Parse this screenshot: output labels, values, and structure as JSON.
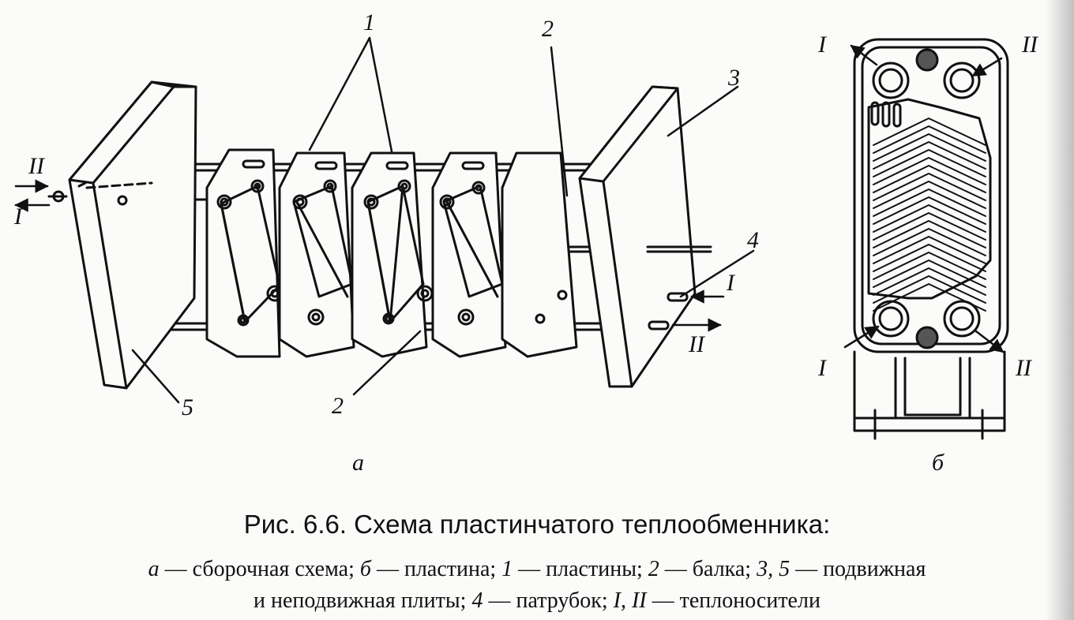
{
  "labels": {
    "plates": "1",
    "beam_top": "2",
    "beam_bottom": "2",
    "movable_plate": "3",
    "nozzle": "4",
    "fixed_plate": "5",
    "left_II": "II",
    "left_I": "I",
    "right_I": "I",
    "right_II": "II",
    "b_top_I": "I",
    "b_top_II": "II",
    "b_bot_I": "I",
    "b_bot_II": "II"
  },
  "subfigures": {
    "a": "а",
    "b": "б"
  },
  "caption": {
    "title": "Рис. 6.6. Схема пластинчатого теплообменника:",
    "line1": [
      {
        "t": "а",
        "i": true
      },
      {
        "t": " — сборочная схема; ",
        "i": false
      },
      {
        "t": "б",
        "i": true
      },
      {
        "t": " — пластина; ",
        "i": false
      },
      {
        "t": "1",
        "i": true
      },
      {
        "t": " — пластины; ",
        "i": false
      },
      {
        "t": "2",
        "i": true
      },
      {
        "t": " — балка; ",
        "i": false
      },
      {
        "t": "3, 5",
        "i": true
      },
      {
        "t": " — подвижная",
        "i": false
      }
    ],
    "line2": [
      {
        "t": "и неподвижная плиты; ",
        "i": false
      },
      {
        "t": "4",
        "i": true
      },
      {
        "t": " — патрубок; ",
        "i": false
      },
      {
        "t": "I, II",
        "i": true
      },
      {
        "t": " — теплоносители",
        "i": false
      }
    ]
  }
}
